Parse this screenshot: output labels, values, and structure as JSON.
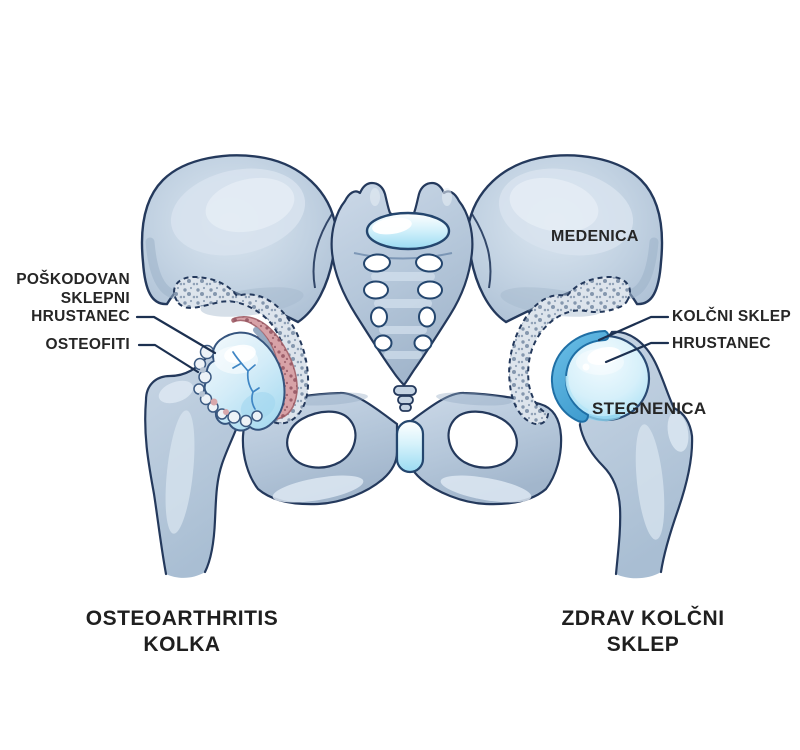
{
  "figure": {
    "type": "medical-illustration",
    "subject": "Pelvis anterior view comparing osteoarthritic and healthy hip joints",
    "callouts_left": {
      "damaged_cartilage": "POŠKODOVAN\nSKLEPNI\nHRUSTANEC",
      "osteophytes": "OSTEOFITI"
    },
    "callouts_right": {
      "pelvis": "MEDENICA",
      "hip_joint": "KOLČNI SKLEP",
      "cartilage": "HRUSTANEC",
      "femur": "STEGNENICA"
    },
    "captions": {
      "left": "OSTEOARTHRITIS\nKOLKA",
      "right": "ZDRAV KOLČNI\nSKLEP"
    },
    "colors": {
      "bone": "#b9c9dc",
      "bone_highlight": "#dce7f1",
      "outline": "#24395c",
      "cartilage_cyan": "#bfe9f7",
      "cap_blue": "#55b0de",
      "inflamed_pink": "#d7a2a7",
      "inflamed_red": "#9c5a64",
      "label_text": "#262626"
    }
  }
}
